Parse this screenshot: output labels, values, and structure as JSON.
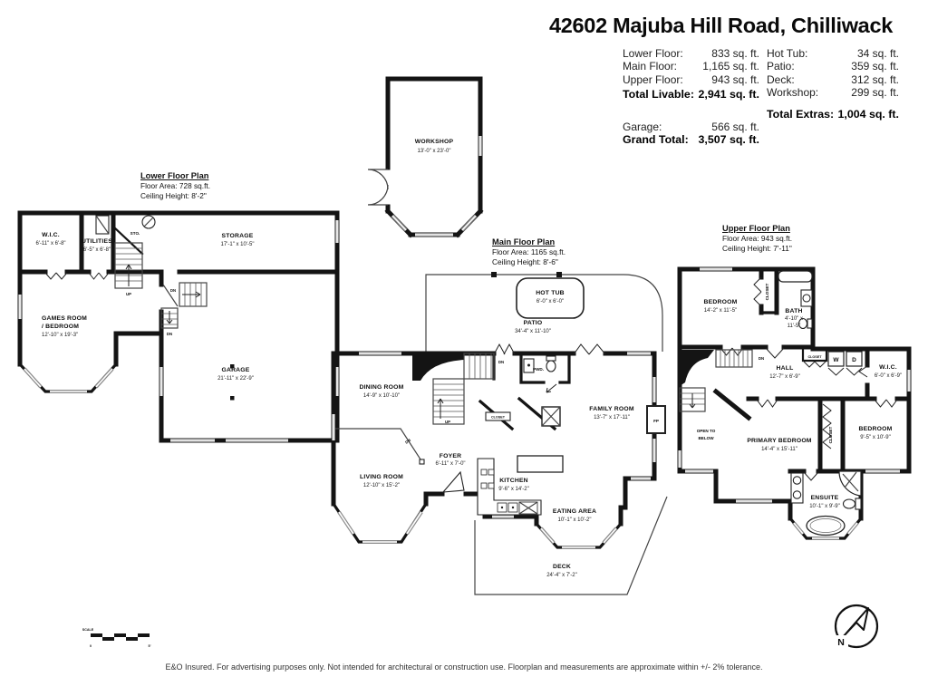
{
  "meta": {
    "title": "42602 Majuba Hill Road, Chilliwack",
    "disclaimer": "E&O Insured. For advertising purposes only. Not intended for architectural or construction use. Floorplan and measurements are approximate within +/- 2% tolerance."
  },
  "stats": {
    "left_rows": [
      {
        "label": "Lower Floor:",
        "value": "833 sq. ft."
      },
      {
        "label": "Main Floor:",
        "value": "1,165 sq. ft."
      },
      {
        "label": "Upper Floor:",
        "value": "943 sq. ft."
      }
    ],
    "total_livable": {
      "label": "Total Livable:",
      "value": "2,941 sq. ft."
    },
    "garage_row": {
      "label": "Garage:",
      "value": "566 sq. ft."
    },
    "grand_total": {
      "label": "Grand Total:",
      "value": "3,507 sq. ft."
    },
    "right_rows": [
      {
        "label": "Hot Tub:",
        "value": "34 sq. ft."
      },
      {
        "label": "Patio:",
        "value": "359 sq. ft."
      },
      {
        "label": "Deck:",
        "value": "312 sq. ft."
      },
      {
        "label": "Workshop:",
        "value": "299 sq. ft."
      }
    ],
    "total_extras": {
      "label": "Total Extras:",
      "value": "1,004 sq. ft."
    }
  },
  "plans": {
    "workshop": {
      "rooms": {
        "workshop": {
          "name": "WORKSHOP",
          "dims": "13'-0\" x 23'-0\""
        }
      }
    },
    "lower": {
      "header": {
        "title": "Lower Floor Plan",
        "area": "Floor Area: 728 sq.ft.",
        "ceiling": "Ceiling Height: 8'-2\""
      },
      "rooms": {
        "wic": {
          "name": "W.I.C.",
          "dims": "6'-11\" x 6'-8\""
        },
        "utilities": {
          "name": "UTILITIES",
          "dims": "6'-5\" x 6'-8\""
        },
        "sto": {
          "name": "STO."
        },
        "storage": {
          "name": "STORAGE",
          "dims": "17'-1\" x 10'-5\""
        },
        "games": {
          "name1": "GAMES ROOM",
          "name2": "/ BEDROOM",
          "dims": "12'-10\" x 19'-3\""
        },
        "garage": {
          "name": "GARAGE",
          "dims": "21'-11\" x 22'-9\""
        }
      },
      "labels": {
        "up": "UP",
        "dn": "DN"
      }
    },
    "main": {
      "header": {
        "title": "Main Floor Plan",
        "area": "Floor Area: 1165 sq.ft.",
        "ceiling": "Ceiling Height: 8'-6\""
      },
      "rooms": {
        "hot_tub": {
          "name": "HOT TUB",
          "dims": "6'-0\" x 6'-0\""
        },
        "patio": {
          "name": "PATIO",
          "dims": "34'-4\" x 11'-10\""
        },
        "dining": {
          "name": "DINING ROOM",
          "dims": "14'-9\" x 10'-10\""
        },
        "living": {
          "name": "LIVING ROOM",
          "dims": "12'-10\" x 15'-2\""
        },
        "foyer": {
          "name": "FOYER",
          "dims": "6'-11\" x 7'-0\""
        },
        "pwd": {
          "name": "PWD."
        },
        "closet": {
          "name": "CLOSET"
        },
        "kitchen": {
          "name": "KITCHEN",
          "dims": "9'-6\" x 14'-2\""
        },
        "family": {
          "name": "FAMILY ROOM",
          "dims": "13'-7\" x 17'-11\""
        },
        "fp": {
          "name": "FP"
        },
        "eating": {
          "name": "EATING AREA",
          "dims": "10'-1\" x 10'-2\""
        },
        "deck": {
          "name": "DECK",
          "dims": "24'-4\" x 7'-2\""
        }
      },
      "labels": {
        "up": "UP",
        "dn": "DN"
      }
    },
    "upper": {
      "header": {
        "title": "Upper Floor Plan",
        "area": "Floor Area: 943 sq.ft.",
        "ceiling": "Ceiling Height: 7'-11\""
      },
      "rooms": {
        "bedroom1": {
          "name": "BEDROOM",
          "dims": "14'-2\" x 11'-5\""
        },
        "closet1": {
          "name": "CLOSET"
        },
        "bath": {
          "name": "BATH",
          "dims1": "4'-10\" x",
          "dims2": "11'-5\""
        },
        "hall": {
          "name": "HALL",
          "dims": "12'-7\" x 6'-9\""
        },
        "hall_closet": {
          "name": "CLOSET"
        },
        "washer": {
          "name": "W"
        },
        "dryer": {
          "name": "D"
        },
        "wic": {
          "name": "W.I.C.",
          "dims": "6'-0\" x 6'-9\""
        },
        "open_below": {
          "name1": "OPEN TO",
          "name2": "BELOW"
        },
        "primary": {
          "name": "PRIMARY BEDROOM",
          "dims": "14'-4\" x 15'-11\""
        },
        "closet2": {
          "name": "CLOSET"
        },
        "bedroom2": {
          "name": "BEDROOM",
          "dims": "9'-5\" x 10'-9\""
        },
        "ensuite": {
          "name": "ENSUITE",
          "dims": "10'-1\" x 9'-9\""
        }
      },
      "labels": {
        "dn": "DN"
      }
    }
  },
  "footer": {
    "scale_label": "SCALE",
    "scale_start": "0",
    "scale_end": "5'",
    "north": "N"
  }
}
